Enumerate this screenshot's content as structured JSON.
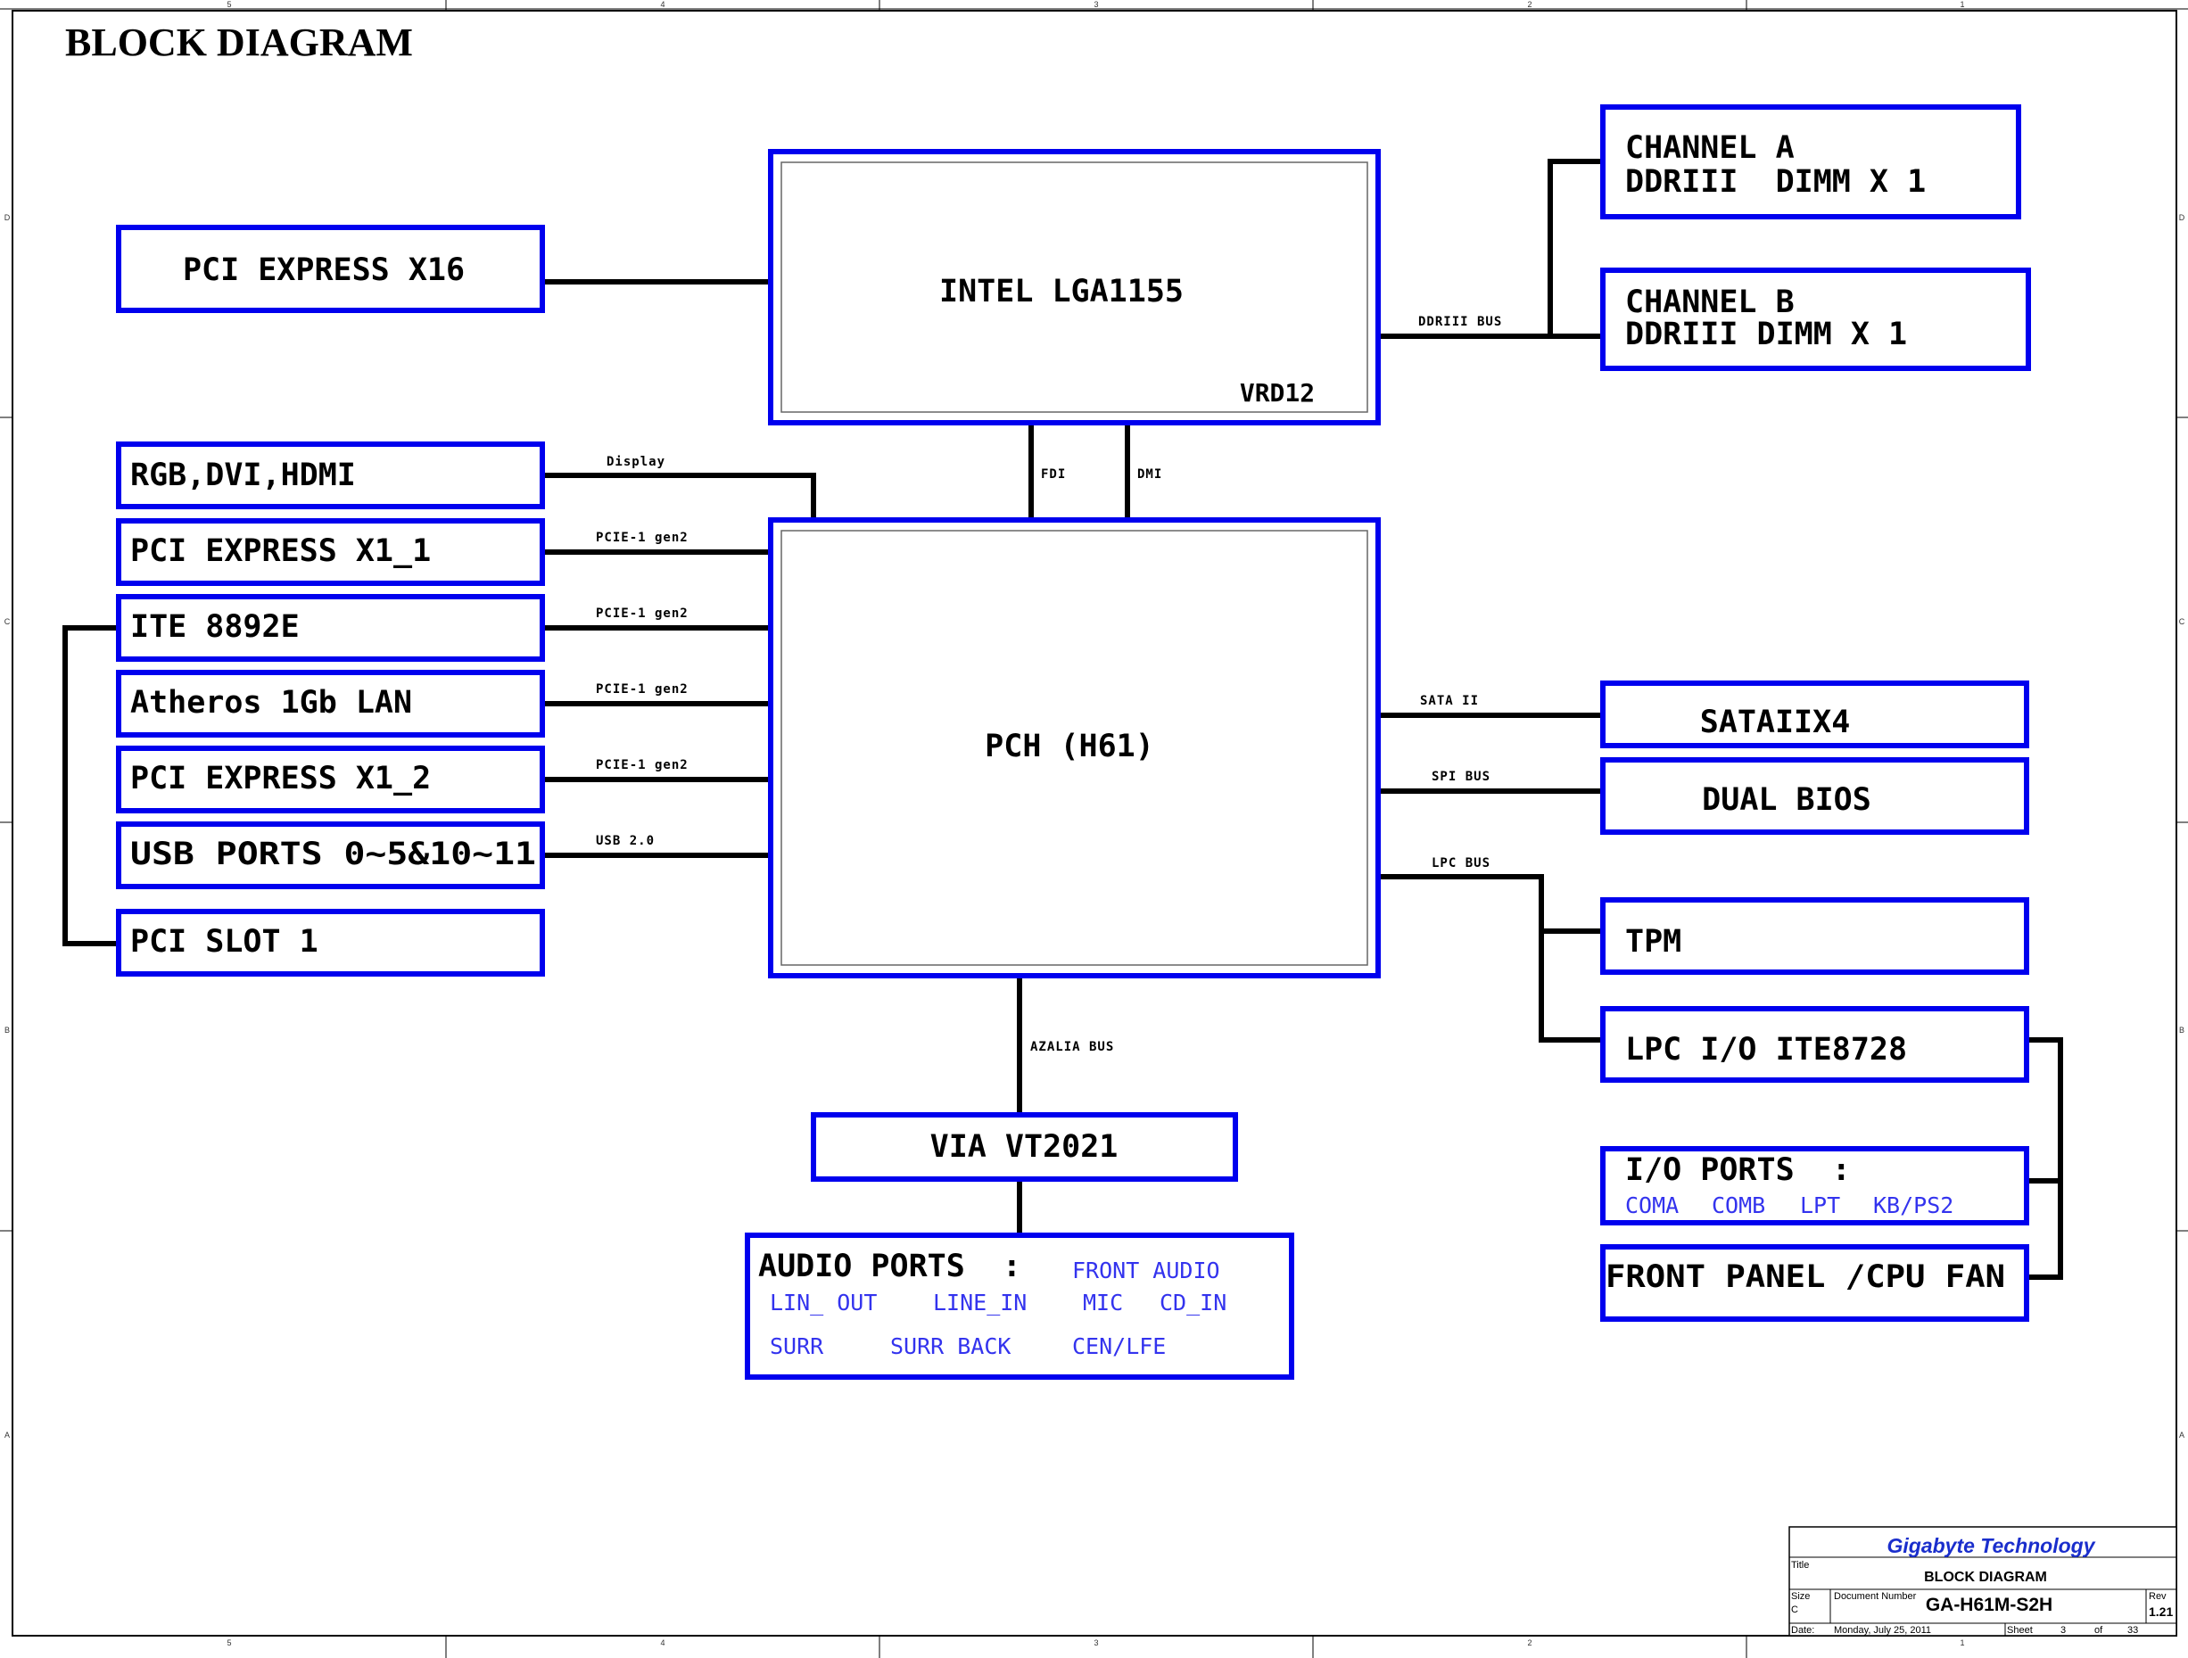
{
  "title": "BLOCK DIAGRAM",
  "colors": {
    "block": "#0000ee",
    "wire": "#000000",
    "sub_text": "#3333ee",
    "company": "#1a2ecc"
  },
  "blocks": {
    "cpu": {
      "label": "INTEL LGA1155",
      "sub": "VRD12"
    },
    "pch": {
      "label": "PCH (H61)"
    },
    "pcie16": {
      "label": "PCI EXPRESS X16"
    },
    "rgb": {
      "label": "RGB,DVI,HDMI"
    },
    "pcie11": {
      "label": "PCI EXPRESS X1_1"
    },
    "ite8892": {
      "label": "ITE 8892E"
    },
    "atheros": {
      "label": "Atheros 1Gb LAN"
    },
    "pcie12": {
      "label": "PCI EXPRESS X1_2"
    },
    "usb": {
      "label": "USB PORTS 0~5&10~11"
    },
    "pcislot": {
      "label": "PCI SLOT 1"
    },
    "chA": {
      "line1": "CHANNEL A",
      "line2": "DDRIII  DIMM X 1"
    },
    "chB": {
      "line1": "CHANNEL B",
      "line2": "DDRIII DIMM X 1"
    },
    "sata": {
      "label": "SATAIIX4"
    },
    "bios": {
      "label": "DUAL BIOS"
    },
    "tpm": {
      "label": "TPM"
    },
    "lpcio": {
      "label": "LPC I/O ITE8728"
    },
    "ioports": {
      "label": "I/O PORTS  :",
      "items": [
        "COMA",
        "COMB",
        "LPT",
        "KB/PS2"
      ]
    },
    "frontpanel": {
      "label": "FRONT PANEL /CPU FAN"
    },
    "via": {
      "label": "VIA VT2021"
    },
    "audio": {
      "label": "AUDIO PORTS  :",
      "front": "FRONT AUDIO",
      "row2": [
        "LIN_ OUT",
        "LINE_IN",
        "MIC",
        "CD_IN"
      ],
      "row3": [
        "SURR",
        "SURR BACK",
        "CEN/LFE"
      ]
    }
  },
  "buses": {
    "ddr": "DDRIII BUS",
    "fdi": "FDI",
    "dmi": "DMI",
    "display": "Display",
    "pcie1": "PCIE-1 gen2",
    "pcie2": "PCIE-1 gen2",
    "pcie3": "PCIE-1 gen2",
    "pcie4": "PCIE-1 gen2",
    "usb": "USB 2.0",
    "sata": "SATA II",
    "spi": "SPI BUS",
    "lpc": "LPC BUS",
    "azalia": "AZALIA BUS"
  },
  "frame": {
    "cols": [
      "5",
      "4",
      "3",
      "2",
      "1"
    ],
    "rows": [
      "D",
      "C",
      "B",
      "A"
    ]
  },
  "title_block": {
    "company": "Gigabyte Technology",
    "title_label": "Title",
    "title": "BLOCK DIAGRAM",
    "size_label": "Size",
    "size": "C",
    "doc_label": "Document Number",
    "doc": "GA-H61M-S2H",
    "rev_label": "Rev",
    "rev": "1.21",
    "date_label": "Date:",
    "date": "Monday, July 25, 2011",
    "sheet_label": "Sheet",
    "sheet": "3",
    "of_label": "of",
    "total": "33"
  }
}
